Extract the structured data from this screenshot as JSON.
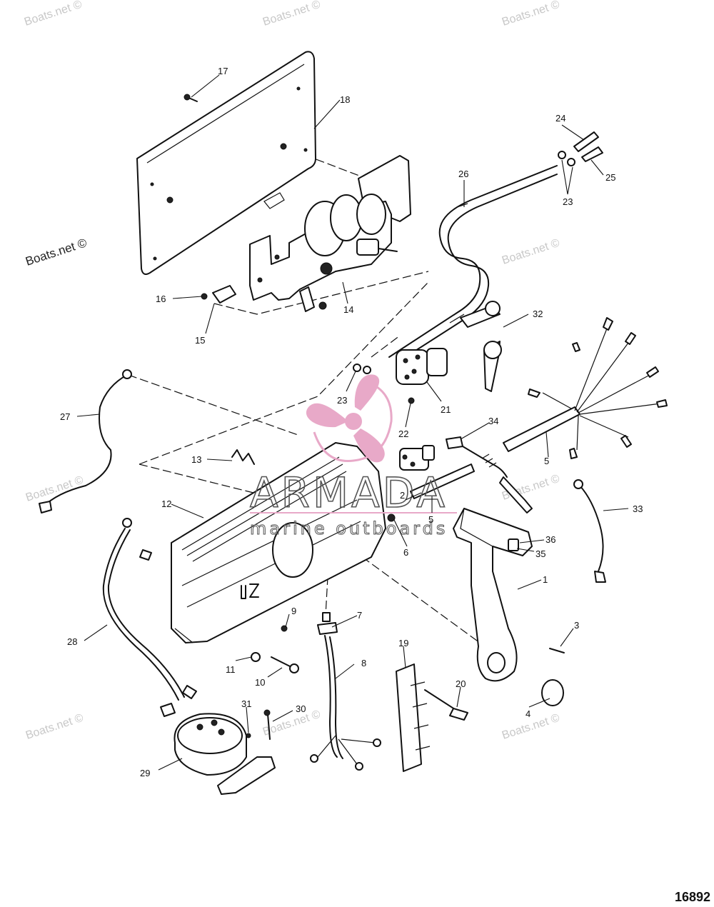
{
  "watermarks": {
    "site": "Boats.net ©",
    "brand": "ARMADA",
    "brand_sub": "marine outboards"
  },
  "colors": {
    "logo_pink": "#e8a9c8",
    "line_ink": "#111111",
    "watermark_gray": "#c8c8c8"
  },
  "figure_number": "16892",
  "callouts": {
    "c1": "1",
    "c2": "2",
    "c3": "3",
    "c4": "4",
    "c5a": "5",
    "c5b": "5",
    "c6": "6",
    "c7": "7",
    "c8": "8",
    "c9": "9",
    "c10": "10",
    "c11": "11",
    "c12": "12",
    "c13": "13",
    "c14": "14",
    "c15": "15",
    "c16": "16",
    "c17": "17",
    "c18": "18",
    "c19": "19",
    "c20": "20",
    "c21": "21",
    "c22": "22",
    "c23a": "23",
    "c23b": "23",
    "c24": "24",
    "c25": "25",
    "c26": "26",
    "c27": "27",
    "c28": "28",
    "c29": "29",
    "c30": "30",
    "c31": "31",
    "c32": "32",
    "c33": "33",
    "c34": "34",
    "c35": "35",
    "c36": "36"
  }
}
